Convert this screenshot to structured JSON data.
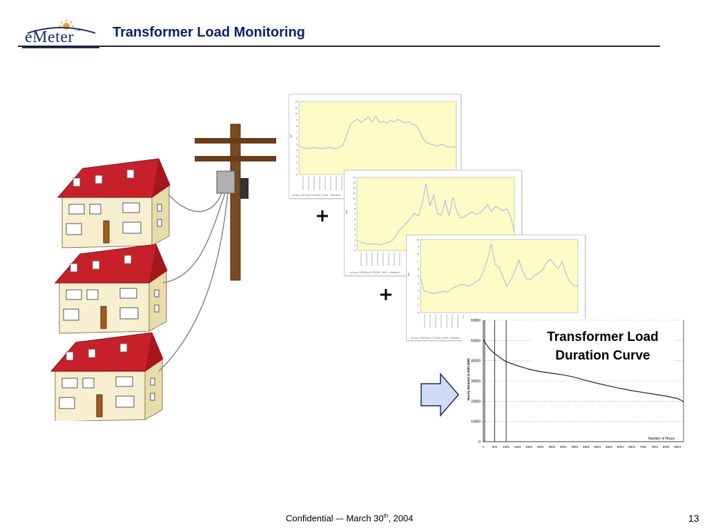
{
  "logo": {
    "text": "eMeter",
    "tm": "TM"
  },
  "title": "Transformer Load Monitoring",
  "plus_sign": "+",
  "meter_charts": [
    {
      "ylabel": "kW",
      "ylim": [
        0,
        14
      ],
      "yticks": [
        "14",
        "12",
        "10",
        "9",
        "8",
        "7",
        "6",
        "5",
        "4",
        "3",
        "2",
        "1",
        "0"
      ],
      "caption": "eCorp: RCV04 CK0006_VHH - eMeter1",
      "values": [
        5.6,
        5.2,
        5.0,
        5.0,
        5.2,
        5.1,
        5.0,
        5.0,
        5.2,
        5.1,
        5.0,
        5.2,
        5.6,
        7.5,
        9.5,
        10.2,
        10.6,
        10.0,
        10.5,
        11.0,
        10.1,
        11.2,
        10.0,
        10.2,
        9.8,
        10.4,
        10.0,
        10.6,
        10.2,
        9.9,
        10.1,
        9.6,
        9.4,
        8.2,
        6.7,
        6.1,
        5.8,
        5.6,
        5.5,
        5.8,
        5.5,
        5.2,
        5.4,
        5.2
      ]
    },
    {
      "ylabel": "kW",
      "ylim": [
        0,
        14
      ],
      "yticks": [
        "14",
        "13",
        "12",
        "11",
        "10",
        "9",
        "8",
        "7",
        "6",
        "5",
        "4",
        "3",
        "2",
        "1",
        "0"
      ],
      "caption": "eCorp: SFDRes V72296_VHH - eMeter1",
      "values": [
        2.0,
        1.6,
        1.4,
        1.2,
        1.3,
        1.2,
        1.1,
        1.3,
        1.5,
        1.8,
        2.6,
        3.8,
        4.6,
        5.4,
        6.2,
        7.1,
        6.6,
        9.0,
        12.8,
        8.5,
        10.6,
        7.0,
        6.8,
        9.6,
        6.6,
        10.2,
        7.5,
        6.2,
        6.5,
        7.0,
        7.4,
        6.9,
        7.2,
        7.9,
        8.8,
        7.5,
        8.4,
        8.1,
        7.6,
        8.0,
        6.6,
        3.6
      ]
    },
    {
      "ylabel": "kW",
      "ylim": [
        0,
        10
      ],
      "yticks": [
        "10",
        "9",
        "8",
        "7",
        "6",
        "5",
        "4",
        "3",
        "2",
        "1",
        "0"
      ],
      "caption": "eCorp: SFDRes V72295_VHH - eMeter1",
      "values": [
        4.8,
        2.9,
        2.8,
        2.6,
        2.7,
        2.8,
        2.9,
        2.8,
        3.3,
        3.5,
        3.8,
        3.8,
        3.6,
        3.8,
        4.2,
        4.5,
        5.6,
        7.2,
        9.4,
        6.6,
        6.1,
        4.8,
        3.6,
        4.5,
        5.7,
        7.2,
        5.6,
        4.6,
        4.5,
        5.1,
        5.4,
        5.8,
        6.8,
        7.3,
        6.6,
        6.0,
        7.0,
        5.2,
        4.2,
        3.7,
        3.6
      ]
    }
  ],
  "duration_chart": {
    "title": "Transformer Load Duration Curve",
    "xlabel": "Number of Hours",
    "ylabel": "Hourly Demand in 2003 (kW)",
    "ylim": [
      0,
      60000
    ],
    "yticks": [
      "60000",
      "50000",
      "40000",
      "30000",
      "20000",
      "10000",
      "0"
    ],
    "xticks": [
      "1",
      "501",
      "1001",
      "1501",
      "2001",
      "2501",
      "3001",
      "3501",
      "4001",
      "4501",
      "5001",
      "5501",
      "6001",
      "6501",
      "7001",
      "7501",
      "8001",
      "8501"
    ],
    "x_max": 8760,
    "curve": [
      [
        1,
        50500
      ],
      [
        100,
        48500
      ],
      [
        300,
        45500
      ],
      [
        500,
        43500
      ],
      [
        800,
        41000
      ],
      [
        1000,
        39500
      ],
      [
        1500,
        37500
      ],
      [
        2000,
        35800
      ],
      [
        2500,
        34600
      ],
      [
        3000,
        33800
      ],
      [
        3500,
        33000
      ],
      [
        4000,
        31800
      ],
      [
        4500,
        30200
      ],
      [
        5000,
        28800
      ],
      [
        5500,
        27500
      ],
      [
        6000,
        26300
      ],
      [
        6500,
        25200
      ],
      [
        7000,
        24300
      ],
      [
        7500,
        23400
      ],
      [
        8000,
        22500
      ],
      [
        8500,
        21300
      ],
      [
        8700,
        20200
      ],
      [
        8760,
        19500
      ]
    ]
  },
  "footer": {
    "prefix": "Confidential –- March 30",
    "sup": "th",
    "suffix": ", 2004"
  },
  "page_number": "13"
}
